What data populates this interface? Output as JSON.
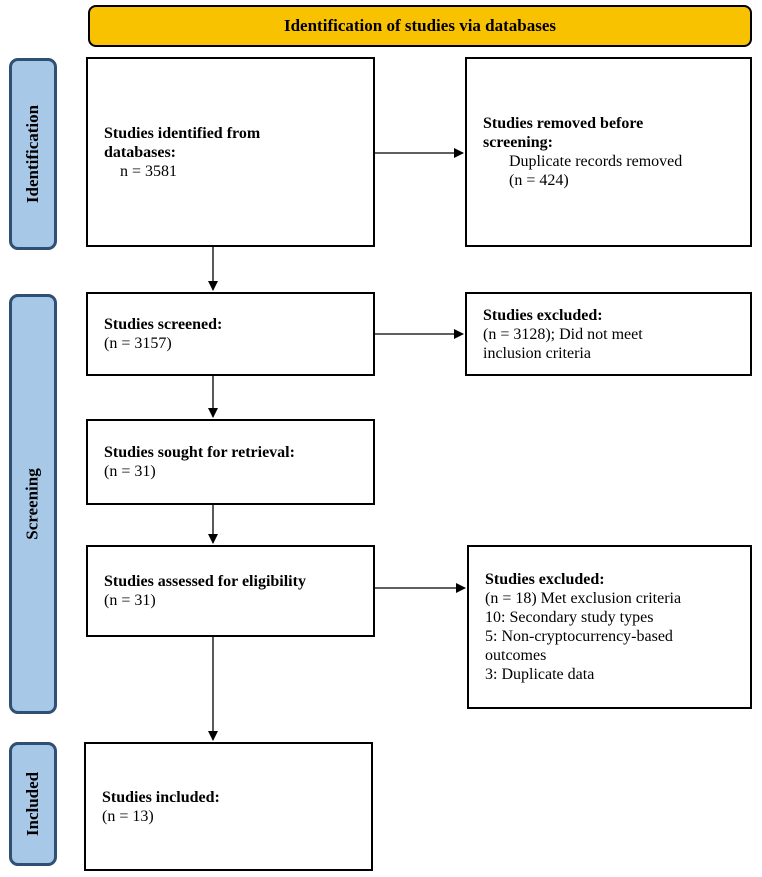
{
  "header": {
    "title": "Identification of studies via databases"
  },
  "phases": {
    "identification": "Identification",
    "screening": "Screening",
    "included": "Included"
  },
  "boxes": {
    "identified": {
      "title": "Studies identified from databases:",
      "count": "n = 3581"
    },
    "removed": {
      "title": "Studies removed before screening:",
      "detail": "Duplicate records removed",
      "count": "(n = 424)"
    },
    "screened": {
      "title": "Studies screened:",
      "count": "(n = 3157)"
    },
    "excluded_screen": {
      "title": "Studies excluded:",
      "line1": "(n = 3128); Did not meet",
      "line2": "inclusion criteria"
    },
    "retrieval": {
      "title": "Studies sought for retrieval:",
      "count": "(n = 31)"
    },
    "eligibility": {
      "title": "Studies assessed for eligibility",
      "count": "(n = 31)"
    },
    "excluded_elig": {
      "title": "Studies excluded:",
      "items": [
        "(n = 18) Met exclusion criteria",
        "10: Secondary study types",
        "5: Non-cryptocurrency-based",
        "outcomes",
        "3: Duplicate data"
      ]
    },
    "included": {
      "title": "Studies included:",
      "count": "(n = 13)"
    }
  },
  "colors": {
    "header_fill": "#f9c200",
    "phase_fill": "#a8c8e8",
    "phase_border": "#2f4f74"
  }
}
